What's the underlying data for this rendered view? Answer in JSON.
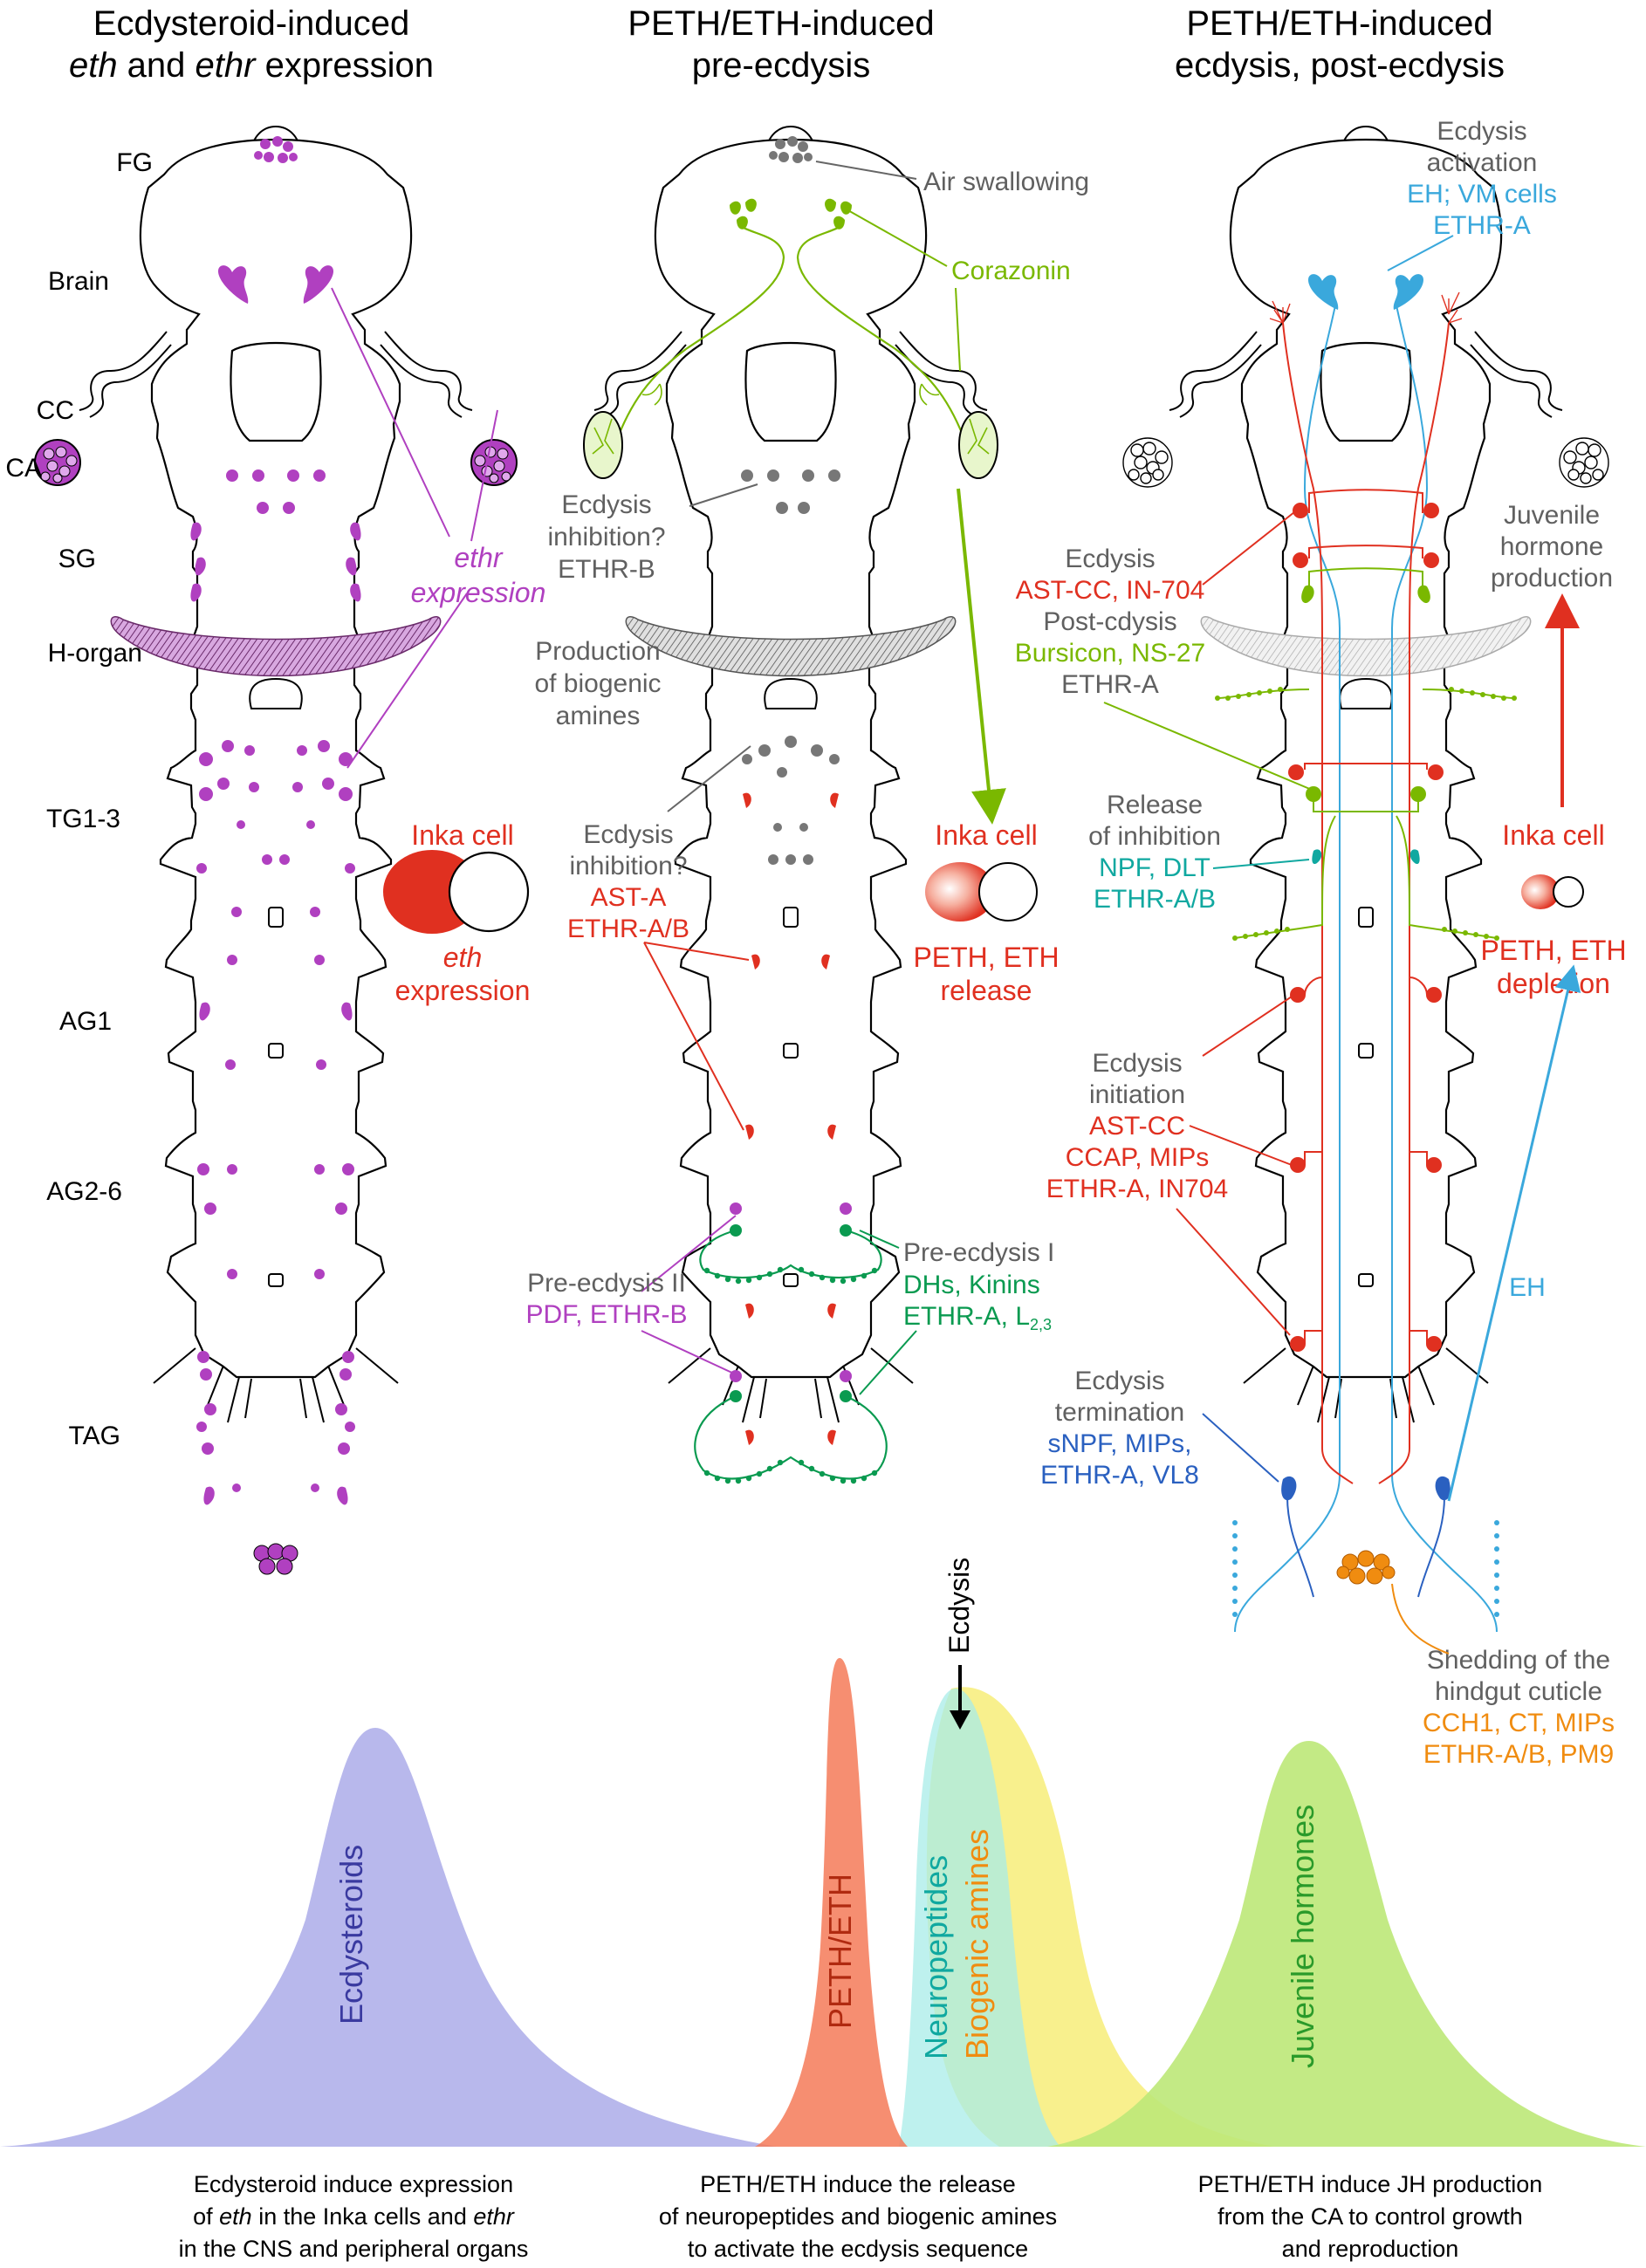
{
  "colors": {
    "purple": "#b040c0",
    "green": "#7ab800",
    "dark_green": "#0a9a50",
    "red": "#e03020",
    "blue": "#2a60c0",
    "light_blue": "#3aa8dc",
    "teal": "#10a8a0",
    "orange": "#f08c10",
    "gray": "#606060",
    "ecdysteroid_fill": "#b8b8ec",
    "peth_fill": "#f47a58",
    "neuro_fill": "#a8ece8",
    "amine_fill": "#f6ec70",
    "jh_fill": "#bde878",
    "ecdysteroid_text": "#3a3aa0",
    "neuro_text": "#10a8a0",
    "jh_text": "#2a9a2a"
  },
  "panels": {
    "left": {
      "title1": "Ecdysteroid-induced",
      "title2_i1": "eth",
      "title2_and": " and ",
      "title2_i2": "ethr",
      "title2_end": " expression",
      "segments": [
        "FG",
        "Brain",
        "CC",
        "CA",
        "SG",
        "H-organ",
        "TG1-3",
        "AG1",
        "AG2-6",
        "TAG"
      ],
      "ethr_label": [
        "ethr",
        "expression"
      ],
      "inka_title": "Inka cell",
      "inka_sub": [
        "eth",
        "expression"
      ]
    },
    "middle": {
      "title1": "PETH/ETH-induced",
      "title2": "pre-ecdysis",
      "air": "Air swallowing",
      "corazonin": "Corazonin",
      "inhib_b": [
        "Ecdysis",
        "inhibition?",
        "ETHR-B"
      ],
      "amines": [
        "Production",
        "of biogenic",
        "amines"
      ],
      "inhib_a_gray": [
        "Ecdysis",
        "inhibition?"
      ],
      "inhib_a_red": [
        "AST-A",
        "ETHR-A/B"
      ],
      "inka_title": "Inka cell",
      "inka_sub": [
        "PETH, ETH",
        "release"
      ],
      "pre2_gray": "Pre-ecdysis II",
      "pre2_purple": "PDF, ETHR-B",
      "pre1_gray": "Pre-ecdysis I",
      "pre1_green1": "DHs, Kinins",
      "pre1_green2": "ETHR-A, L",
      "pre1_sub": "2,3"
    },
    "right": {
      "title1": "PETH/ETH-induced",
      "title2": "ecdysis, post-ecdysis",
      "activation_gray": [
        "Ecdysis",
        "activation"
      ],
      "activation_blue": [
        "EH; VM cells",
        "ETHR-A"
      ],
      "jh": [
        "Juvenile",
        "hormone",
        "production"
      ],
      "ecdysis_gray": "Ecdysis",
      "ecdysis_red": "AST-CC, IN-704",
      "post_gray": "Post-cdysis",
      "post_green": "Bursicon, NS-27",
      "post_gray2": "ETHR-A",
      "release_gray": [
        "Release",
        "of inhibition"
      ],
      "release_teal": [
        "NPF, DLT",
        "ETHR-A/B"
      ],
      "inka_title": "Inka cell",
      "inka_sub": [
        "PETH, ETH",
        "depletion"
      ],
      "init_gray": [
        "Ecdysis",
        "initiation"
      ],
      "init_red": [
        "AST-CC",
        "CCAP, MIPs",
        "ETHR-A, IN704"
      ],
      "eh": "EH",
      "term_gray": [
        "Ecdysis",
        "termination"
      ],
      "term_blue": [
        "sNPF, MIPs,",
        "ETHR-A, VL8"
      ],
      "shed_gray": [
        "Shedding of the",
        "hindgut cuticle"
      ],
      "shed_orange": [
        "CCH1, CT, MIPs",
        "ETHR-A/B, PM9"
      ]
    }
  },
  "timeline": {
    "ecdysis_marker": "Ecdysis",
    "curves": [
      "Ecdysteroids",
      "PETH/ETH",
      "Neuropeptides",
      "Biogenic amines",
      "Juvenile hormones"
    ],
    "captions": {
      "left": [
        {
          "parts": [
            {
              "t": "Ecdysteroid induce expression",
              "i": false
            }
          ]
        },
        {
          "parts": [
            {
              "t": "of ",
              "i": false
            },
            {
              "t": "eth",
              "i": true
            },
            {
              "t": " in the Inka cells and ",
              "i": false
            },
            {
              "t": "ethr",
              "i": true
            }
          ]
        },
        {
          "parts": [
            {
              "t": "in the CNS and peripheral organs",
              "i": false
            }
          ]
        }
      ],
      "middle": [
        "PETH/ETH induce the release",
        "of neuropeptides and biogenic amines",
        "to activate the ecdysis sequence"
      ],
      "right": [
        "PETH/ETH induce JH production",
        "from the CA to control growth",
        "and reproduction"
      ]
    }
  }
}
